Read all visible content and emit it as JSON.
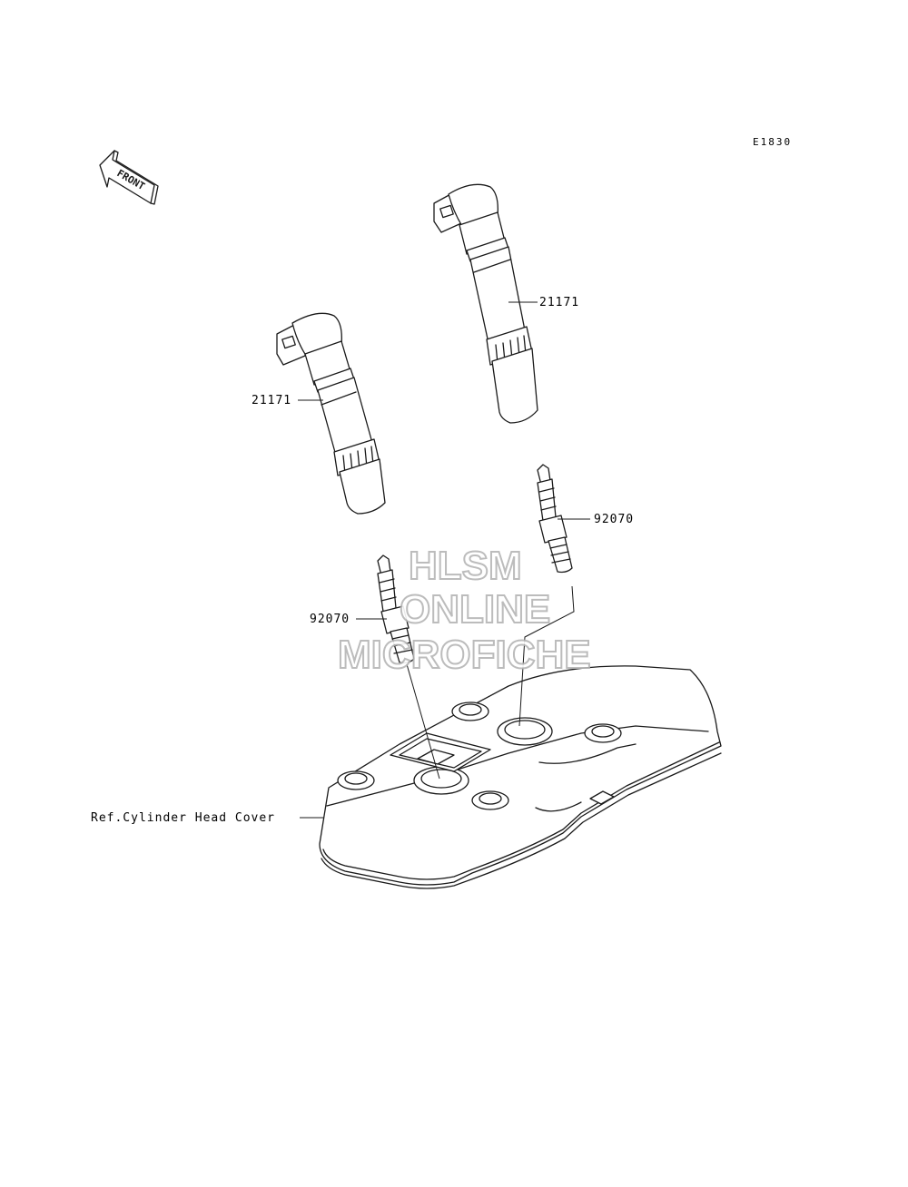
{
  "diagram_code": "E1830",
  "front_arrow_label": "FRONT",
  "labels": {
    "coil_left": "21171",
    "coil_right": "21171",
    "plug_right": "92070",
    "plug_left": "92070",
    "head_cover": "Ref.Cylinder Head Cover"
  },
  "watermark": {
    "line1": "HLSM",
    "line2": "ONLINE",
    "line3": "MICROFICHE"
  },
  "colors": {
    "line": "#1a1a1a",
    "fill": "#ffffff",
    "watermark_outline": "#b5b5b5"
  }
}
